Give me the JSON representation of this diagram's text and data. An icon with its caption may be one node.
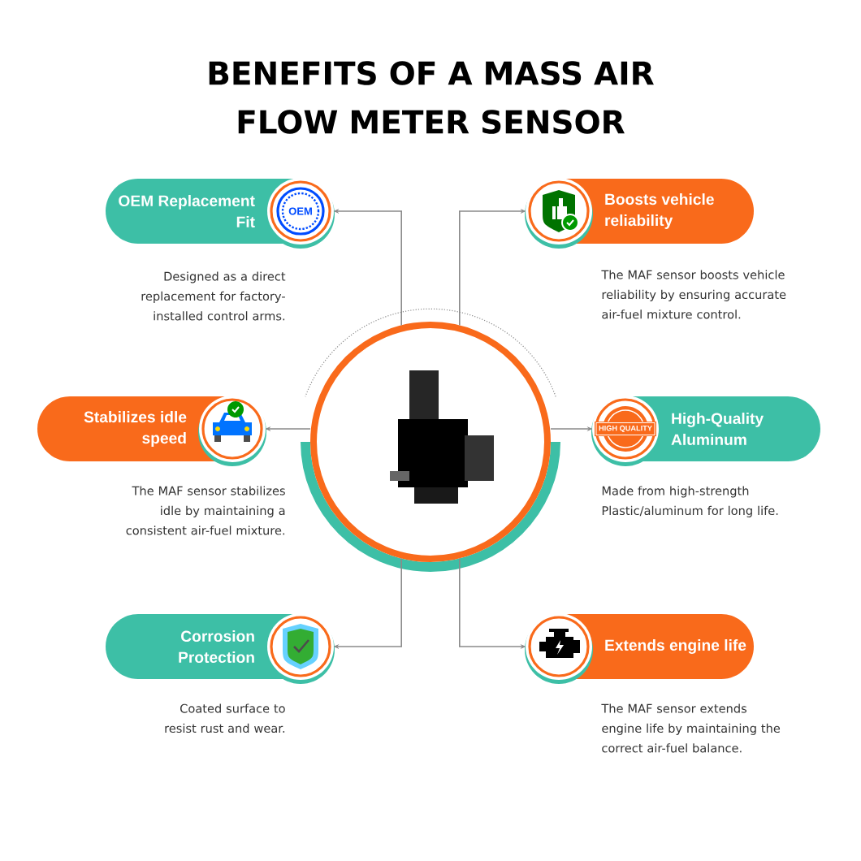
{
  "diagram": {
    "title": "BENEFITS OF A MASS AIR FLOW METER SENSOR",
    "nodes": [
      {
        "text": [],
        "shape": "picture"
      },
      {
        "text": [
          "OEM Replacement Fit"
        ],
        "beside": [
          "Designed as a direct replacement for factory-installed control arms."
        ]
      },
      {
        "text": [
          "Boosts vehicle reliability"
        ],
        "beside": [
          "The MAF sensor boosts vehicle reliability by ensuring accurate air-fuel mixture control."
        ]
      },
      {
        "text": [
          "Stabilizes idle speed"
        ],
        "beside": [
          "The MAF sensor stabilizes idle by maintaining a consistent air-fuel mixture."
        ]
      },
      {
        "text": [
          "High-Quality Aluminum"
        ],
        "beside": [
          "Made from high-strength Plastic/aluminum for long life."
        ]
      },
      {
        "text": [
          "Corrosion Protection"
        ],
        "beside": [
          "Coated surface to resist rust and wear."
        ]
      },
      {
        "text": [
          "Extends engine life"
        ],
        "beside": [
          "The MAF sensor extends engine life by maintaining the correct air-fuel balance."
        ]
      }
    ],
    "edges": [
      {
        "from": 0,
        "to": 1,
        "arrow": "to"
      },
      {
        "from": 0,
        "to": 2,
        "arrow": "to"
      },
      {
        "from": 0,
        "to": 3,
        "arrow": "to"
      },
      {
        "from": 0,
        "to": 4,
        "arrow": "to"
      },
      {
        "from": 0,
        "to": 5,
        "arrow": "to"
      },
      {
        "from": 0,
        "to": 6,
        "arrow": "to"
      }
    ],
    "labels": [
      "OEM",
      "HIGH QUALITY"
    ]
  }
}
